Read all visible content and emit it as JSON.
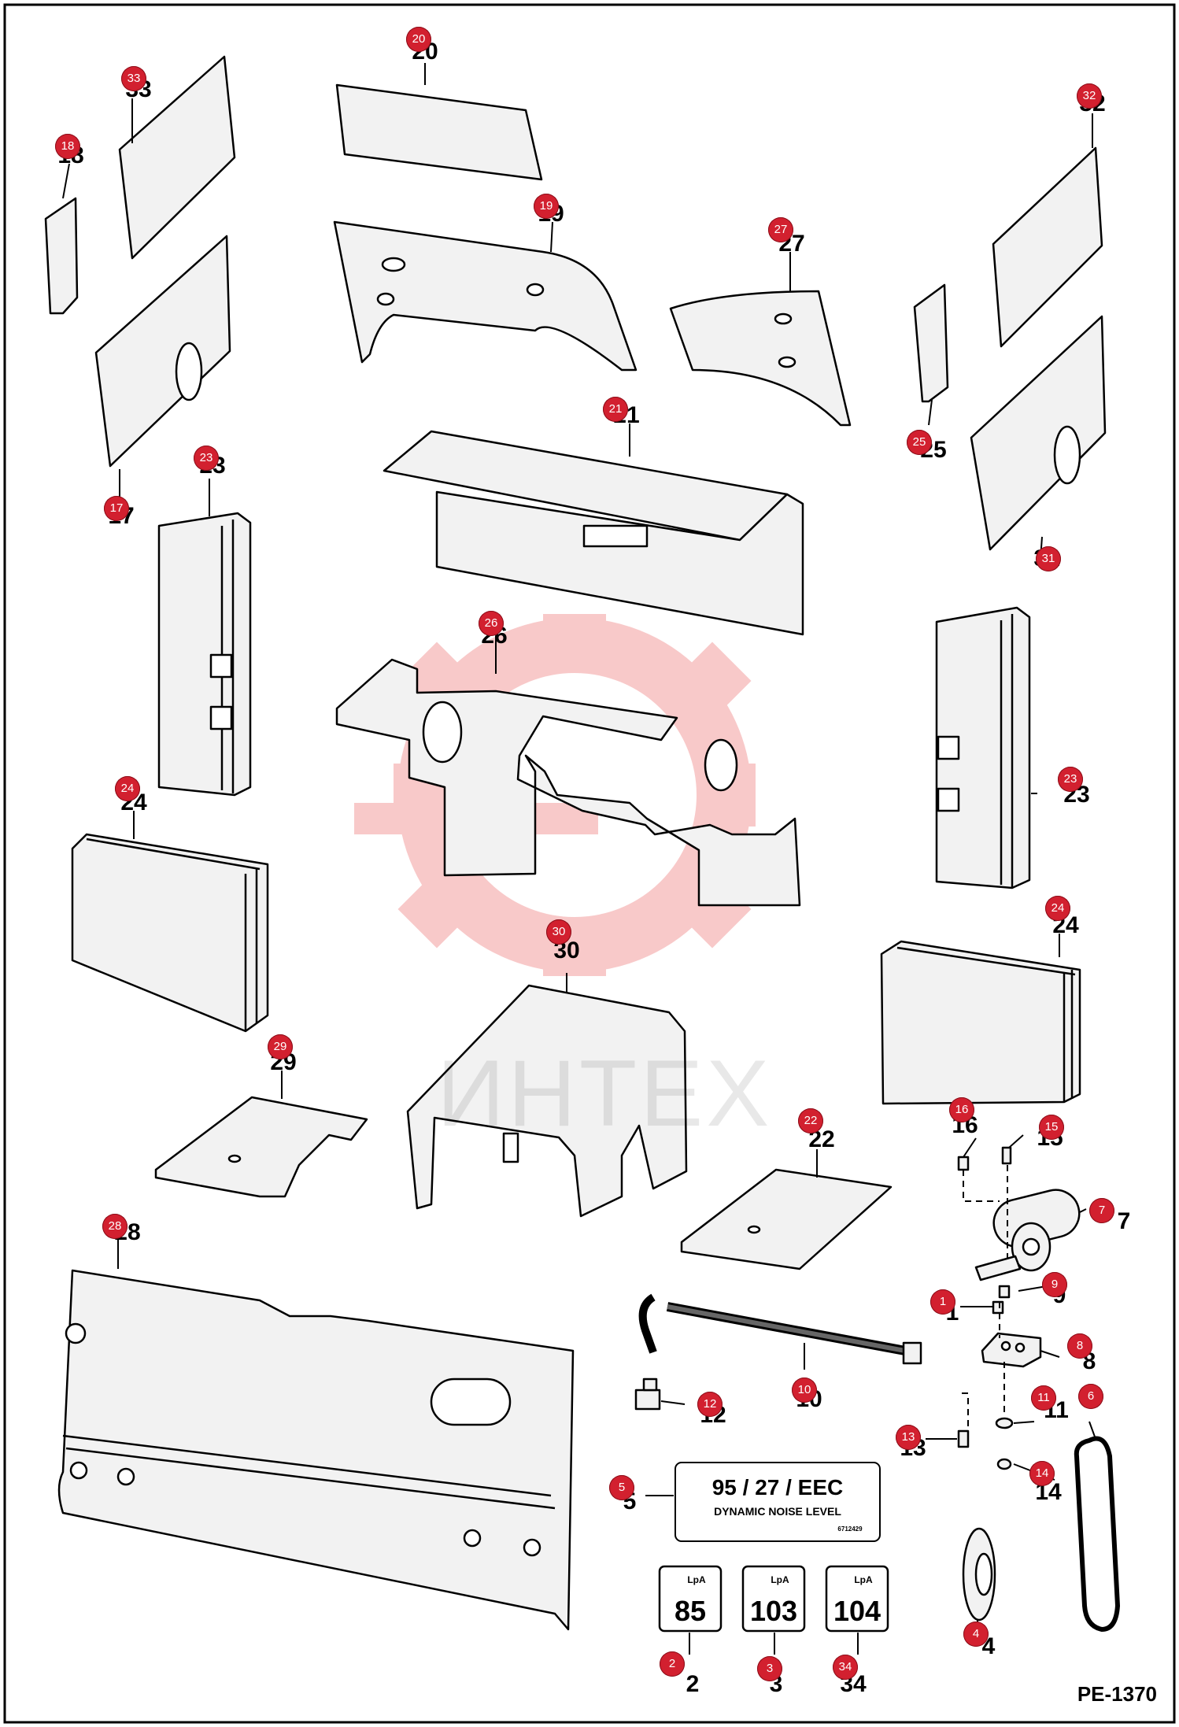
{
  "watermark_text": "ИНТЕХ",
  "reference_code": "PE-1370",
  "decal_eec": {
    "line1": "95 / 27 / EEC",
    "line2": "DYNAMIC NOISE LEVEL",
    "code": "6712429"
  },
  "noise_badges": [
    {
      "label": "LpA",
      "value": "85"
    },
    {
      "label": "LpA",
      "value": "103"
    },
    {
      "label": "LpA",
      "value": "104"
    }
  ],
  "callouts": [
    "1",
    "2",
    "3",
    "4",
    "5",
    "6",
    "7",
    "8",
    "9",
    "10",
    "11",
    "12",
    "13",
    "14",
    "15",
    "16",
    "17",
    "18",
    "19",
    "20",
    "21",
    "22",
    "23",
    "23",
    "24",
    "24",
    "25",
    "26",
    "27",
    "28",
    "29",
    "30",
    "31",
    "32",
    "33",
    "34"
  ],
  "part_numbers": [
    "1",
    "2",
    "3",
    "4",
    "5",
    "6",
    "7",
    "8",
    "9",
    "10",
    "11",
    "12",
    "13",
    "14",
    "15",
    "16",
    "17",
    "18",
    "19",
    "20",
    "21",
    "22",
    "23",
    "23",
    "24",
    "24",
    "25",
    "26",
    "27",
    "28",
    "29",
    "30",
    "31",
    "32",
    "33",
    "34"
  ],
  "colors": {
    "callout": "#d2202f",
    "watermark": "#f0a0a0",
    "line": "#000000"
  }
}
